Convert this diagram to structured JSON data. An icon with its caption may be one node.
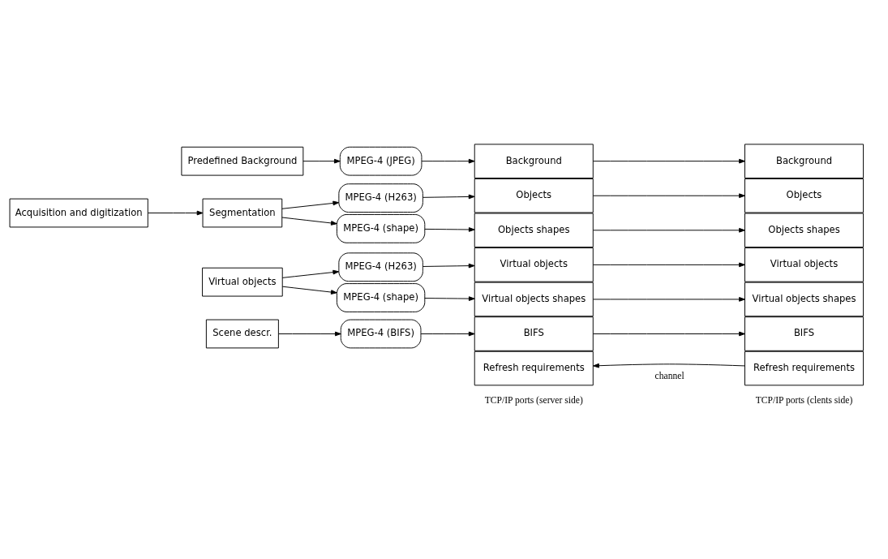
{
  "diagram": {
    "nodes": [
      {
        "text": [
          "Predefined Background"
        ]
      },
      {
        "text": [
          "Acquisition and digitization"
        ]
      },
      {
        "text": [
          "Segmentation"
        ]
      },
      {
        "text": [
          "Virtual objects"
        ]
      },
      {
        "text": [
          "Scene descr."
        ]
      },
      {
        "text": [
          "MPEG-4 (JPEG)"
        ]
      },
      {
        "text": [
          "MPEG-4 (H263)"
        ]
      },
      {
        "text": [
          "MPEG-4 (shape)"
        ]
      },
      {
        "text": [
          "MPEG-4 (H263)"
        ]
      },
      {
        "text": [
          "MPEG-4 (shape)"
        ]
      },
      {
        "text": [
          "MPEG-4 (BIFS)"
        ]
      },
      {
        "text": [
          "Background"
        ]
      },
      {
        "text": [
          "Objects"
        ]
      },
      {
        "text": [
          "Objects shapes"
        ]
      },
      {
        "text": [
          "Virtual objects"
        ]
      },
      {
        "text": [
          "Virtual objects shapes"
        ]
      },
      {
        "text": [
          "BIFS"
        ]
      },
      {
        "text": [
          "Refresh requirements"
        ]
      },
      {
        "text": [
          "Background"
        ]
      },
      {
        "text": [
          "Objects"
        ]
      },
      {
        "text": [
          "Objects shapes"
        ]
      },
      {
        "text": [
          "Virtual objects"
        ]
      },
      {
        "text": [
          "Virtual objects shapes"
        ]
      },
      {
        "text": [
          "BIFS"
        ]
      },
      {
        "text": [
          "Refresh requirements"
        ]
      }
    ],
    "edges": [
      {
        "from": 0,
        "to": 5,
        "arrow": "to"
      },
      {
        "from": 1,
        "to": 2,
        "arrow": "to"
      },
      {
        "from": 2,
        "to": 6,
        "arrow": "to"
      },
      {
        "from": 2,
        "to": 7,
        "arrow": "to"
      },
      {
        "from": 3,
        "to": 8,
        "arrow": "to"
      },
      {
        "from": 3,
        "to": 9,
        "arrow": "to"
      },
      {
        "from": 4,
        "to": 10,
        "arrow": "to"
      },
      {
        "from": 5,
        "to": 11,
        "arrow": "to"
      },
      {
        "from": 6,
        "to": 12,
        "arrow": "to"
      },
      {
        "from": 7,
        "to": 13,
        "arrow": "to"
      },
      {
        "from": 8,
        "to": 14,
        "arrow": "to"
      },
      {
        "from": 9,
        "to": 15,
        "arrow": "to"
      },
      {
        "from": 10,
        "to": 16,
        "arrow": "to"
      },
      {
        "from": 11,
        "to": 18,
        "arrow": "to"
      },
      {
        "from": 12,
        "to": 19,
        "arrow": "to"
      },
      {
        "from": 13,
        "to": 20,
        "arrow": "to"
      },
      {
        "from": 14,
        "to": 21,
        "arrow": "to"
      },
      {
        "from": 15,
        "to": 22,
        "arrow": "to"
      },
      {
        "from": 16,
        "to": 23,
        "arrow": "to"
      },
      {
        "from": 24,
        "to": 17,
        "arrow": "to"
      }
    ],
    "labels": [
      "TCP/IP ports (server side)",
      "channel",
      "TCP/IP ports (clents side)"
    ]
  }
}
